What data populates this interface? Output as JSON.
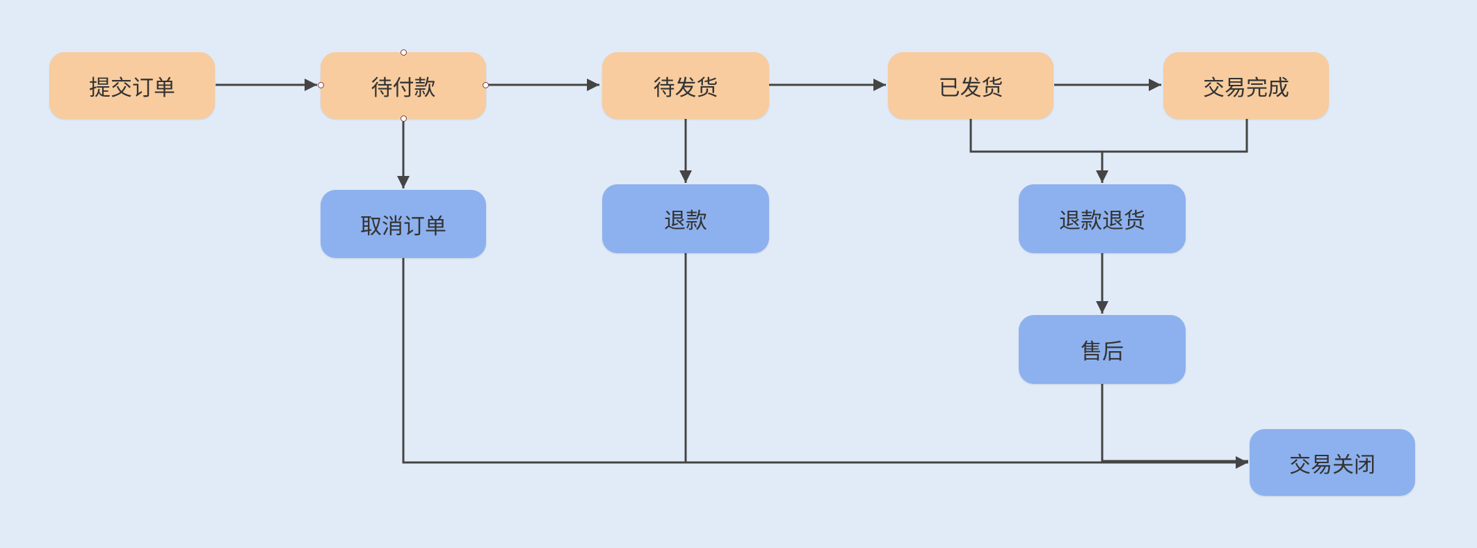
{
  "diagram": {
    "background": "#e1ebf7",
    "colors": {
      "primary_fill": "#f8cc9e",
      "secondary_fill": "#8db1ee",
      "edge": "#444444"
    },
    "nodes": {
      "submit_order": "提交订单",
      "pending_payment": "待付款",
      "pending_ship": "待发货",
      "shipped": "已发货",
      "completed": "交易完成",
      "cancel_order": "取消订单",
      "refund": "退款",
      "refund_return": "退款退货",
      "after_sales": "售后",
      "closed": "交易关闭"
    },
    "edges": [
      [
        "submit_order",
        "pending_payment"
      ],
      [
        "pending_payment",
        "pending_ship"
      ],
      [
        "pending_ship",
        "shipped"
      ],
      [
        "shipped",
        "completed"
      ],
      [
        "pending_payment",
        "cancel_order"
      ],
      [
        "pending_ship",
        "refund"
      ],
      [
        "shipped",
        "refund_return"
      ],
      [
        "completed",
        "refund_return"
      ],
      [
        "refund_return",
        "after_sales"
      ],
      [
        "cancel_order",
        "closed"
      ],
      [
        "refund",
        "closed"
      ],
      [
        "after_sales",
        "closed"
      ]
    ]
  }
}
